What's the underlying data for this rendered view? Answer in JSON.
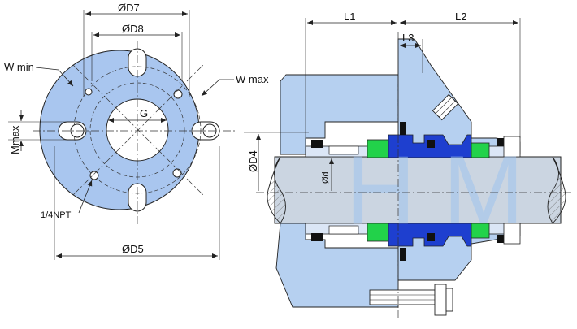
{
  "labels": {
    "d7": "ØD7",
    "d8": "ØD8",
    "w_min": "W min",
    "w_max": "W max",
    "g": "G",
    "m_max": "Mmax",
    "npt": "1/4NPT",
    "d5": "ØD5",
    "l1": "L1",
    "l2": "L2",
    "l3": "L3",
    "d4": "ØD4",
    "d": "Ød"
  },
  "watermark": "H  M",
  "colors": {
    "flange_blue": "#a9c6ef",
    "housing_blue": "#b6d0f0",
    "rotor_blue": "#1e3fcf",
    "oring_green": "#22d24a",
    "shaft_gray": "#cbd5e1",
    "black": "#111111"
  }
}
